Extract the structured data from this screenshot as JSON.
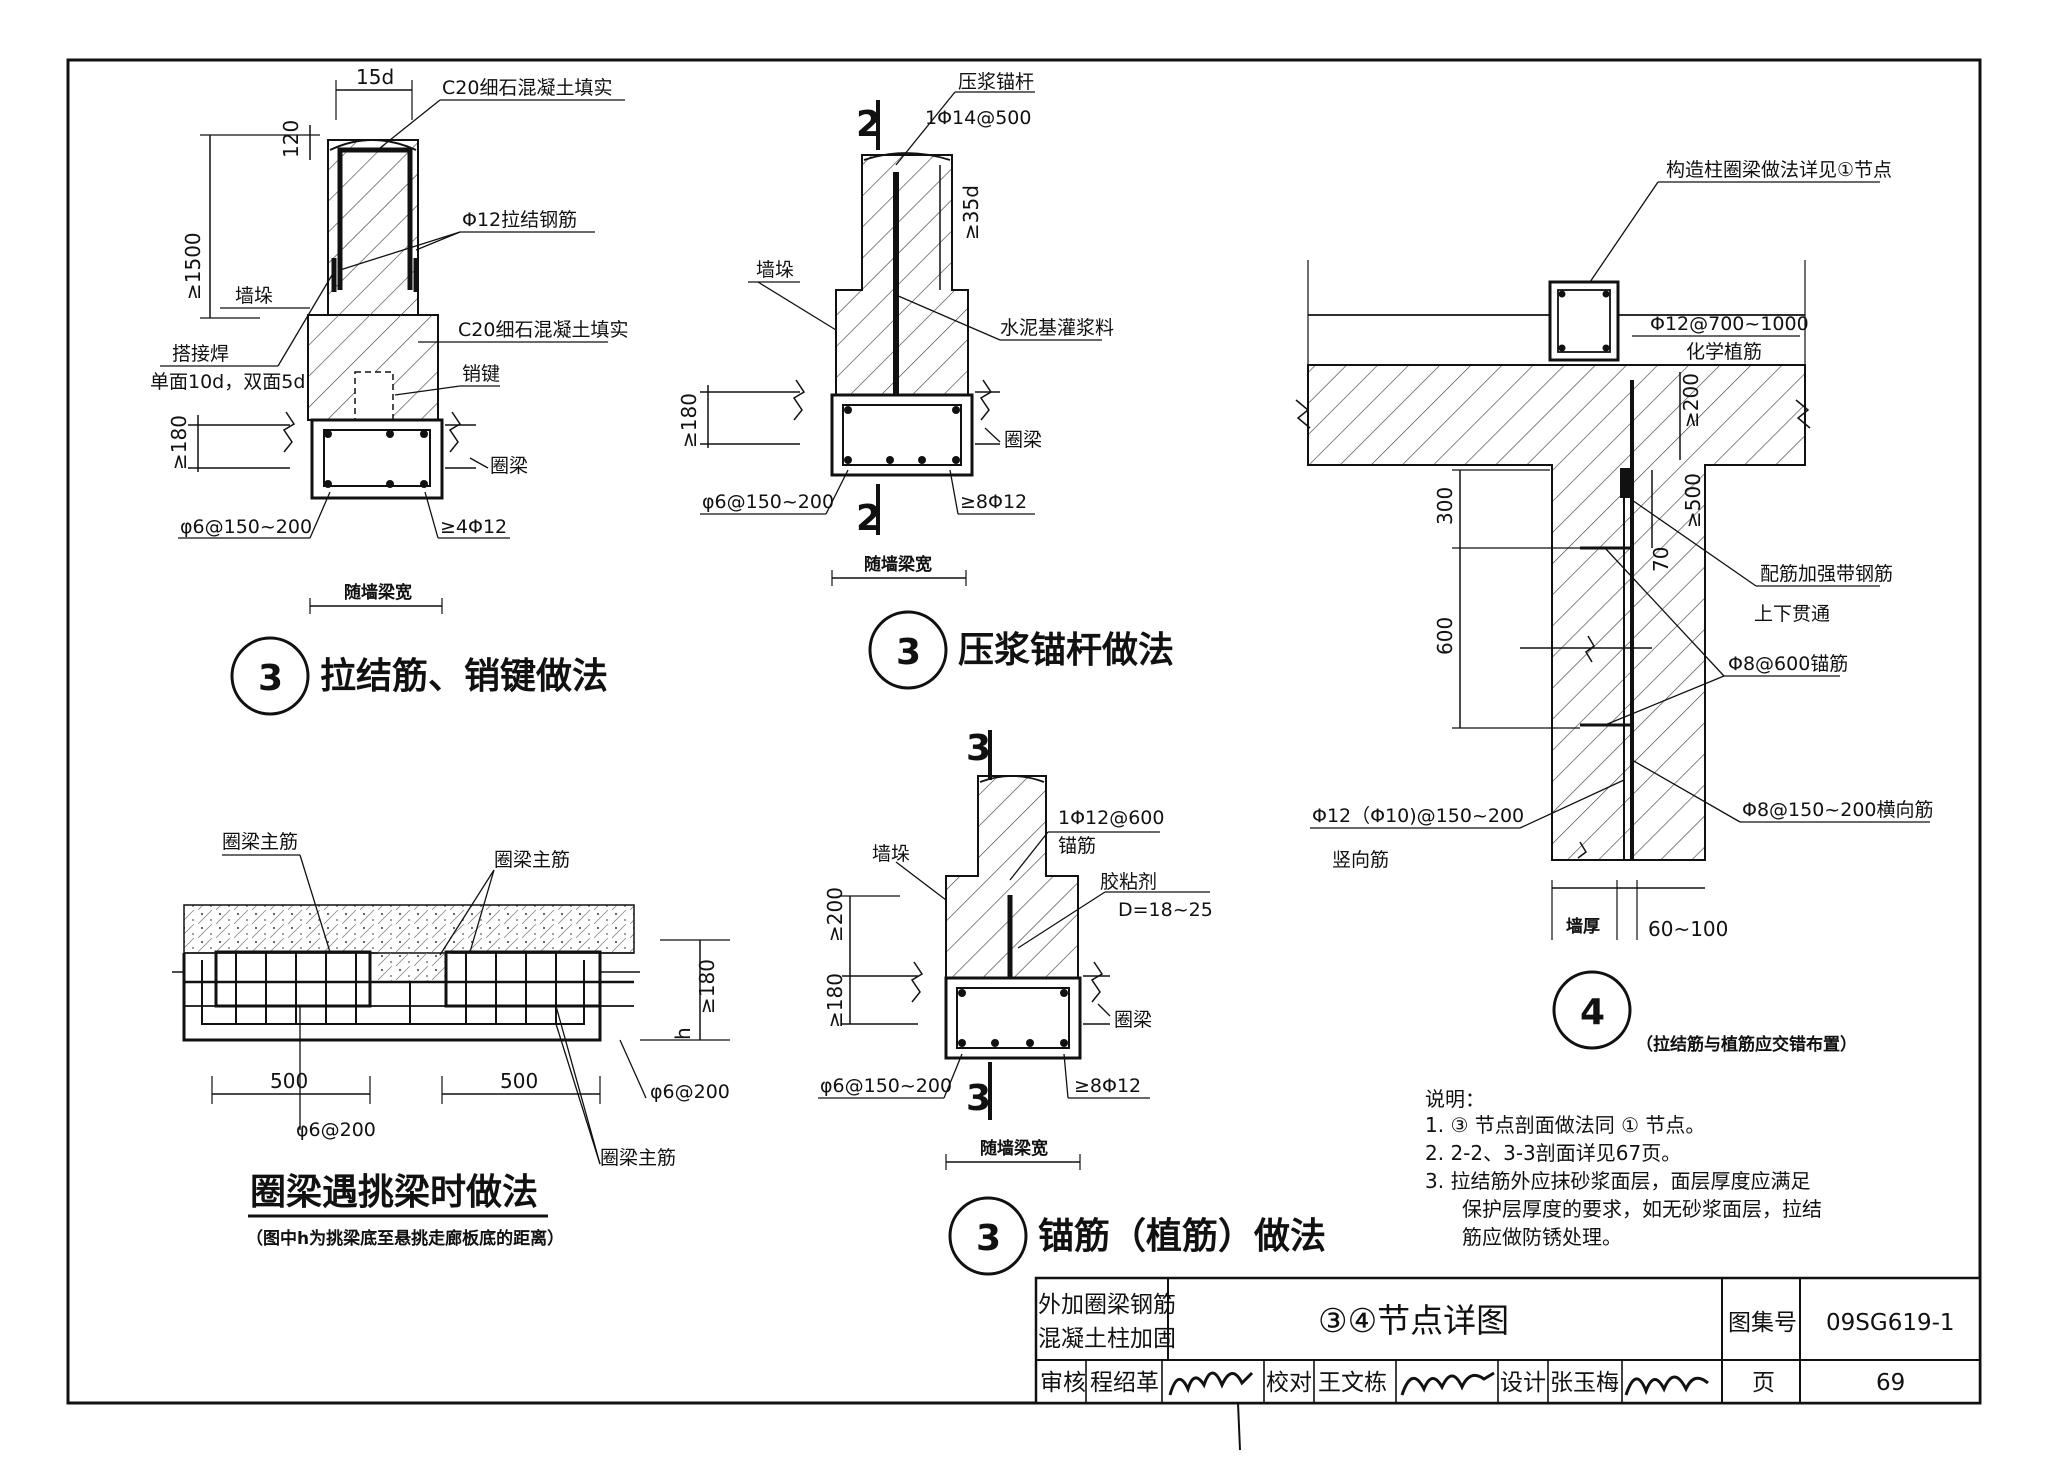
{
  "title_block": {
    "category_line1": "外加圈梁钢筋",
    "category_line2": "混凝土柱加固",
    "drawing_title": "③④节点详图",
    "atlas_label": "图集号",
    "atlas_no": "09SG619-1",
    "review_label": "审核",
    "reviewer": "程绍革",
    "check_label": "校对",
    "checker": "王文栋",
    "design_label": "设计",
    "designer": "张玉梅",
    "page_label": "页",
    "page_no": "69"
  },
  "detail_a": {
    "dim_top": "15d",
    "dim_120": "120",
    "dim_1500": "≥1500",
    "dim_180": "≥180",
    "note_c20_top": "C20细石混凝土填实",
    "note_tie": "Φ12拉结钢筋",
    "note_wall": "墙垛",
    "note_weld1": "搭接焊",
    "note_weld2": "单面10d，双面5d",
    "note_c20_mid": "C20细石混凝土填实",
    "note_key": "销键",
    "note_ring": "圈梁",
    "note_stirrup": "φ6@150~200",
    "note_bars": "≥4Φ12",
    "note_width": "随墙梁宽",
    "caption_num": "3",
    "caption": "拉结筋、销键做法"
  },
  "detail_b": {
    "sec_top": "2",
    "sec_bot": "2",
    "note_anchor1": "压浆锚杆",
    "note_anchor2": "1Φ14@500",
    "dim_35d": "≥35d",
    "note_wall": "墙垛",
    "note_grout": "水泥基灌浆料",
    "dim_180": "≥180",
    "note_ring": "圈梁",
    "note_stirrup": "φ6@150~200",
    "note_bars": "≥8Φ12",
    "note_width": "随墙梁宽",
    "caption_num": "3",
    "caption": "压浆锚杆做法"
  },
  "detail_c": {
    "sec_top": "3",
    "sec_bot": "3",
    "note_wall": "墙垛",
    "note_anchor1": "1Φ12@600",
    "note_anchor2": "锚筋",
    "note_glue1": "胶粘剂",
    "note_glue2": "D=18~25",
    "dim_200": "≥200",
    "dim_180": "≥180",
    "note_ring": "圈梁",
    "note_stirrup": "φ6@150~200",
    "note_bars": "≥8Φ12",
    "note_width": "随墙梁宽",
    "caption_num": "3",
    "caption": "锚筋（植筋）做法"
  },
  "detail_d": {
    "note_col": "构造柱圈梁做法详见①节点",
    "note_bar1": "Φ12@700~1000",
    "note_bar2": "化学植筋",
    "dim_200": "≥200",
    "dim_300": "300",
    "dim_500": "≥500",
    "dim_70": "70",
    "dim_600": "600",
    "note_strip1": "配筋加强带钢筋",
    "note_strip2": "上下贯通",
    "note_anchor": "Φ8@600锚筋",
    "note_vert1": "Φ12（Φ10)@150~200",
    "note_vert2": "竖向筋",
    "note_horiz": "Φ8@150~200横向筋",
    "dim_wall": "墙厚",
    "dim_60": "60~100",
    "caption_num": "4",
    "caption_note": "（拉结筋与植筋应交错布置）"
  },
  "detail_e": {
    "note_main1": "圈梁主筋",
    "note_main2": "圈梁主筋",
    "note_main3": "圈梁主筋",
    "dim_500a": "500",
    "dim_500b": "500",
    "note_phi1": "φ6@200",
    "note_phi2": "φ6@200",
    "dim_h": "h",
    "dim_180": "≥180",
    "caption": "圈梁遇挑梁时做法",
    "caption_note": "（图中h为挑梁底至悬挑走廊板底的距离）"
  },
  "notes": {
    "title": "说明：",
    "items": [
      "1. ③ 节点剖面做法同 ① 节点。",
      "2. 2-2、3-3剖面详见67页。",
      "3. 拉结筋外应抹砂浆面层，面层厚度应满足",
      "保护层厚度的要求，如无砂浆面层，拉结",
      "筋应做防锈处理。"
    ]
  }
}
